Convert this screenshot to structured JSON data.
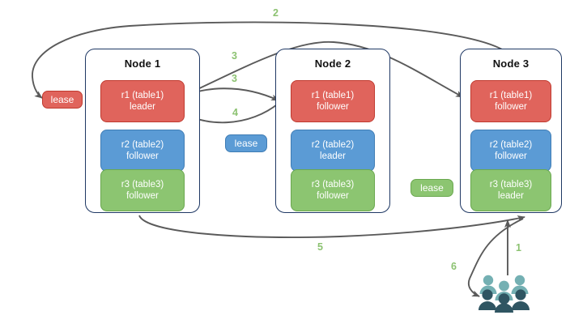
{
  "diagram": {
    "title": "raft-lease-node-diagram",
    "colors": {
      "red": "#e0645c",
      "red_border": "#c03a2f",
      "blue": "#5b9bd5",
      "blue_border": "#3f7cb4",
      "green": "#8cc571",
      "green_border": "#6aa84f",
      "node_border": "#1f3864",
      "arrow": "#5a5a5a",
      "step_label": "#8cc271",
      "users_light": "#74b0b3",
      "users_dark": "#2f5562"
    },
    "nodes": [
      {
        "title": "Node 1",
        "replicas": [
          {
            "name": "r1 (table1)",
            "role": "leader",
            "color": "red"
          },
          {
            "name": "r2 (table2)",
            "role": "follower",
            "color": "blue"
          },
          {
            "name": "r3 (table3)",
            "role": "follower",
            "color": "green"
          }
        ]
      },
      {
        "title": "Node 2",
        "replicas": [
          {
            "name": "r1 (table1)",
            "role": "follower",
            "color": "red"
          },
          {
            "name": "r2 (table2)",
            "role": "leader",
            "color": "blue"
          },
          {
            "name": "r3 (table3)",
            "role": "follower",
            "color": "green"
          }
        ]
      },
      {
        "title": "Node 3",
        "replicas": [
          {
            "name": "r1 (table1)",
            "role": "follower",
            "color": "red"
          },
          {
            "name": "r2 (table2)",
            "role": "follower",
            "color": "blue"
          },
          {
            "name": "r3 (table3)",
            "role": "leader",
            "color": "green"
          }
        ]
      }
    ],
    "leases": [
      {
        "label": "lease",
        "color": "red"
      },
      {
        "label": "lease",
        "color": "blue"
      },
      {
        "label": "lease",
        "color": "green"
      }
    ],
    "steps": [
      {
        "label": "1"
      },
      {
        "label": "2"
      },
      {
        "label": "3"
      },
      {
        "label": "3"
      },
      {
        "label": "4"
      },
      {
        "label": "5"
      },
      {
        "label": "6"
      }
    ],
    "icons": {
      "users": "users-group-icon"
    }
  }
}
